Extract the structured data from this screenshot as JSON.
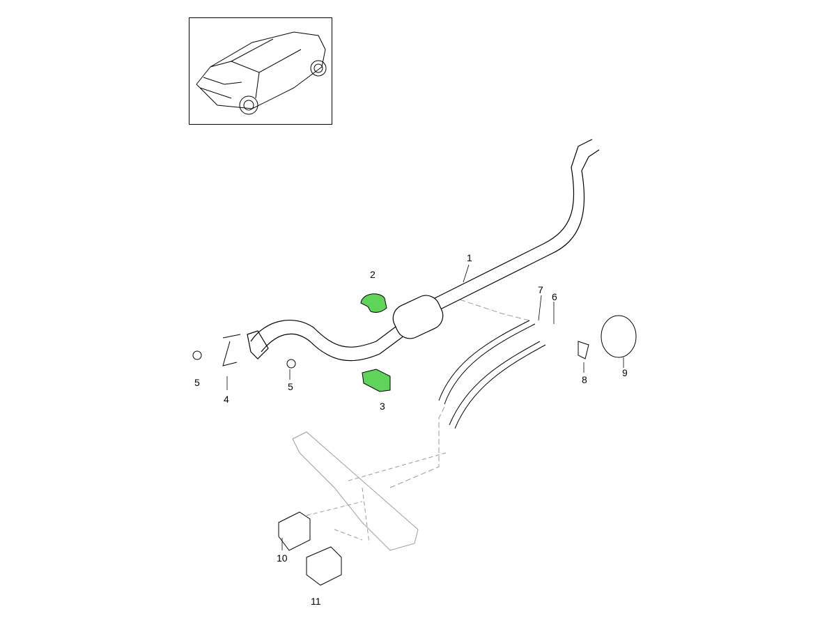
{
  "diagram": {
    "callouts": [
      {
        "id": "1",
        "text": "1"
      },
      {
        "id": "2",
        "text": "2"
      },
      {
        "id": "3",
        "text": "3"
      },
      {
        "id": "4",
        "text": "4"
      },
      {
        "id": "5a",
        "text": "5"
      },
      {
        "id": "5b",
        "text": "5"
      },
      {
        "id": "6",
        "text": "6"
      },
      {
        "id": "7",
        "text": "7"
      },
      {
        "id": "8",
        "text": "8"
      },
      {
        "id": "9",
        "text": "9"
      },
      {
        "id": "10",
        "text": "10"
      },
      {
        "id": "11",
        "text": "11"
      }
    ],
    "colors": {
      "highlight": "#5fd35a",
      "line": "#000000",
      "ghost": "#9a9a9a"
    }
  }
}
